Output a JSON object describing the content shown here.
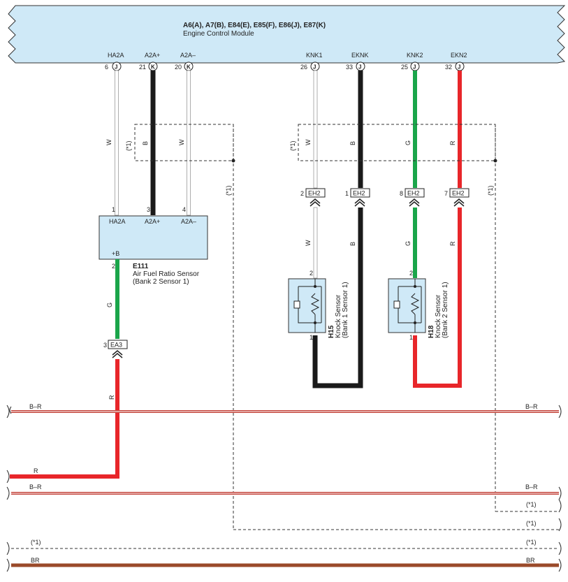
{
  "ecm": {
    "codes": "A6(A), A7(B), E84(E), E85(F), E86(J), E87(K)",
    "name": "Engine Control Module",
    "terminals": [
      {
        "id": "ha2a",
        "label": "HA2A",
        "pin": "6",
        "conn": "J",
        "wire": "W",
        "color": "#ffffff"
      },
      {
        "id": "a2ap",
        "label": "A2A+",
        "pin": "21",
        "conn": "K",
        "wire": "B",
        "color": "#1a1a1a"
      },
      {
        "id": "a2am",
        "label": "A2A–",
        "pin": "20",
        "conn": "K",
        "wire": "W",
        "color": "#ffffff"
      },
      {
        "id": "knk1",
        "label": "KNK1",
        "pin": "26",
        "conn": "J",
        "wire": "W",
        "color": "#ffffff"
      },
      {
        "id": "eknk",
        "label": "EKNK",
        "pin": "33",
        "conn": "J",
        "wire": "B",
        "color": "#1a1a1a"
      },
      {
        "id": "knk2",
        "label": "KNK2",
        "pin": "25",
        "conn": "J",
        "wire": "G",
        "color": "#1aa54a"
      },
      {
        "id": "ekn2",
        "label": "EKN2",
        "pin": "32",
        "conn": "J",
        "wire": "R",
        "color": "#e8262a"
      }
    ]
  },
  "shield_note": "(*1)",
  "eh2": {
    "label": "EH2",
    "pins": [
      "2",
      "1",
      "8",
      "7"
    ],
    "lower_wires": [
      "W",
      "B",
      "G",
      "R"
    ]
  },
  "af_sensor": {
    "code": "E111",
    "name": "Air Fuel Ratio Sensor",
    "detail": "(Bank 2 Sensor 1)",
    "pins": [
      {
        "num": "1",
        "label": "HA2A"
      },
      {
        "num": "3",
        "label": "A2A+"
      },
      {
        "num": "4",
        "label": "A2A–"
      }
    ],
    "plusb_label": "+B",
    "plusb_pin": "2",
    "plusb_wire": "G"
  },
  "ea3": {
    "label": "EA3",
    "pin": "3",
    "wire": "R"
  },
  "knock1": {
    "code": "H15",
    "name": "Knock Sensor",
    "detail": "(Bank 1 Sensor 1)",
    "pin_top": "2",
    "pin_bottom": "1"
  },
  "knock2": {
    "code": "H18",
    "name": "Knock Sensor",
    "detail": "(Bank 2 Sensor 1)",
    "pin_top": "2",
    "pin_bottom": "1"
  },
  "buses": {
    "br1": {
      "label": "B–R",
      "color": "#c4463c"
    },
    "r": {
      "label": "R",
      "color": "#e8262a"
    },
    "br2": {
      "label": "B–R",
      "color": "#c4463c"
    },
    "shield_rows": [
      "(*1)",
      "(*1)",
      "(*1)"
    ],
    "brown": {
      "label": "BR",
      "color": "#9a4a2a"
    }
  },
  "colors": {
    "ecm_fill": "#cfe9f7",
    "sensor_fill": "#cfe9f7",
    "green": "#1aa54a",
    "red": "#e8262a",
    "black": "#1a1a1a"
  }
}
